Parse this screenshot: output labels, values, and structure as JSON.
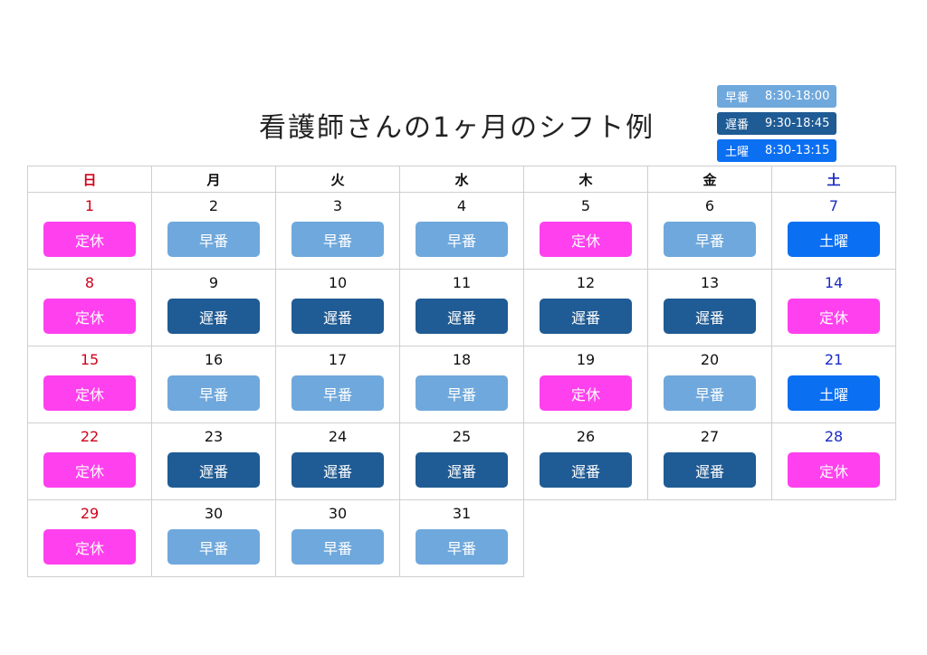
{
  "title": "看護師さんの1ヶ月のシフト例",
  "colors": {
    "off": "#ff40ee",
    "early": "#6fa8dc",
    "late": "#1f5b94",
    "saturday": "#0b6ff2",
    "sunday_text": "#d0021b",
    "saturday_text": "#1a2bc4"
  },
  "legend": [
    {
      "label": "早番",
      "time": "8:30-18:00",
      "type": "early"
    },
    {
      "label": "遅番",
      "time": "9:30-18:45",
      "type": "late"
    },
    {
      "label": "土曜",
      "time": "8:30-13:15",
      "type": "saturday"
    }
  ],
  "weekdays": [
    "日",
    "月",
    "火",
    "水",
    "木",
    "金",
    "土"
  ],
  "weeks": [
    [
      {
        "day": "1",
        "shift": "定休",
        "type": "off"
      },
      {
        "day": "2",
        "shift": "早番",
        "type": "early"
      },
      {
        "day": "3",
        "shift": "早番",
        "type": "early"
      },
      {
        "day": "4",
        "shift": "早番",
        "type": "early"
      },
      {
        "day": "5",
        "shift": "定休",
        "type": "off"
      },
      {
        "day": "6",
        "shift": "早番",
        "type": "early"
      },
      {
        "day": "7",
        "shift": "土曜",
        "type": "saturday"
      }
    ],
    [
      {
        "day": "8",
        "shift": "定休",
        "type": "off"
      },
      {
        "day": "9",
        "shift": "遅番",
        "type": "late"
      },
      {
        "day": "10",
        "shift": "遅番",
        "type": "late"
      },
      {
        "day": "11",
        "shift": "遅番",
        "type": "late"
      },
      {
        "day": "12",
        "shift": "遅番",
        "type": "late"
      },
      {
        "day": "13",
        "shift": "遅番",
        "type": "late"
      },
      {
        "day": "14",
        "shift": "定休",
        "type": "off"
      }
    ],
    [
      {
        "day": "15",
        "shift": "定休",
        "type": "off"
      },
      {
        "day": "16",
        "shift": "早番",
        "type": "early"
      },
      {
        "day": "17",
        "shift": "早番",
        "type": "early"
      },
      {
        "day": "18",
        "shift": "早番",
        "type": "early"
      },
      {
        "day": "19",
        "shift": "定休",
        "type": "off"
      },
      {
        "day": "20",
        "shift": "早番",
        "type": "early"
      },
      {
        "day": "21",
        "shift": "土曜",
        "type": "saturday"
      }
    ],
    [
      {
        "day": "22",
        "shift": "定休",
        "type": "off"
      },
      {
        "day": "23",
        "shift": "遅番",
        "type": "late"
      },
      {
        "day": "24",
        "shift": "遅番",
        "type": "late"
      },
      {
        "day": "25",
        "shift": "遅番",
        "type": "late"
      },
      {
        "day": "26",
        "shift": "遅番",
        "type": "late"
      },
      {
        "day": "27",
        "shift": "遅番",
        "type": "late"
      },
      {
        "day": "28",
        "shift": "定休",
        "type": "off"
      }
    ],
    [
      {
        "day": "29",
        "shift": "定休",
        "type": "off"
      },
      {
        "day": "30",
        "shift": "早番",
        "type": "early"
      },
      {
        "day": "30",
        "shift": "早番",
        "type": "early"
      },
      {
        "day": "31",
        "shift": "早番",
        "type": "early"
      },
      null,
      null,
      null
    ]
  ]
}
